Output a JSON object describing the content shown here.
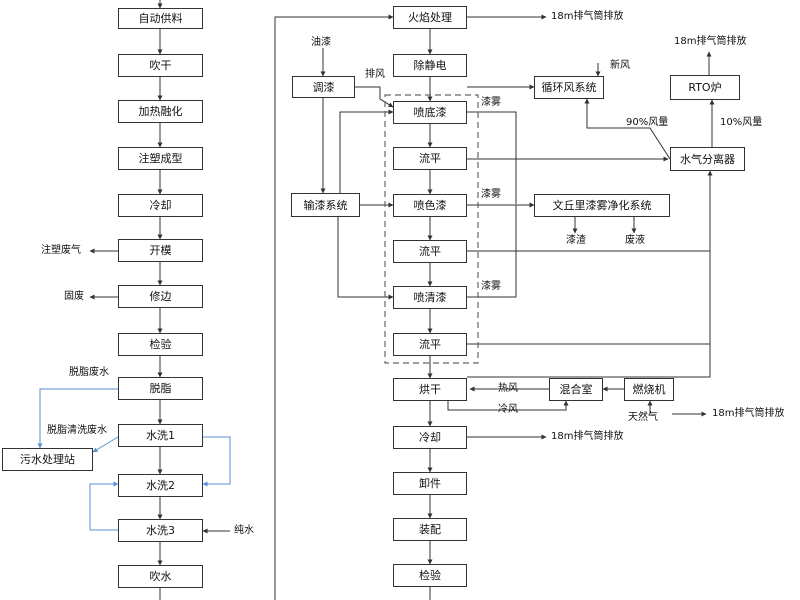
{
  "left_column": {
    "steps": [
      "自动供料",
      "吹干",
      "加热融化",
      "注塑成型",
      "冷却",
      "开模",
      "修边",
      "检验",
      "脱脂",
      "水洗1",
      "水洗2",
      "水洗3",
      "吹水"
    ],
    "side_outputs": {
      "mold_gas": "注塑废气",
      "solid_waste": "固废",
      "degrease_waste_water": "脱脂废水",
      "rinse_waste_water": "脱脂清洗废水",
      "pure_water": "纯水"
    },
    "sewage_station": "污水处理站"
  },
  "paint_line": {
    "steps": [
      "火焰处理",
      "除静电",
      "喷底漆",
      "流平",
      "喷色漆",
      "流平",
      "喷清漆",
      "流平",
      "烘干",
      "冷却",
      "卸件",
      "装配",
      "检验"
    ],
    "exhaust_label": "18m排气筒排放",
    "paint_mist_label": "漆雾"
  },
  "paint_supply": {
    "oil_paint": "油漆",
    "mixing": "调漆",
    "delivery": "输漆系统",
    "exhaust": "排风"
  },
  "air_system": {
    "recirc": "循环风系统",
    "fresh_air": "新风",
    "separator": "水气分离器",
    "rto": "RTO炉",
    "rto_exhaust": "18m排气筒排放",
    "ratio_90": "90%风量",
    "ratio_10": "10%风量"
  },
  "venturi": {
    "system": "文丘里漆雾净化系统",
    "sludge": "漆渣",
    "waste_liquid": "废液"
  },
  "heating": {
    "hot_air": "热风",
    "cold_air": "冷风",
    "mixing_chamber": "混合室",
    "burner": "燃烧机",
    "natural_gas": "天然气",
    "burner_exhaust": "18m排气筒排放"
  }
}
